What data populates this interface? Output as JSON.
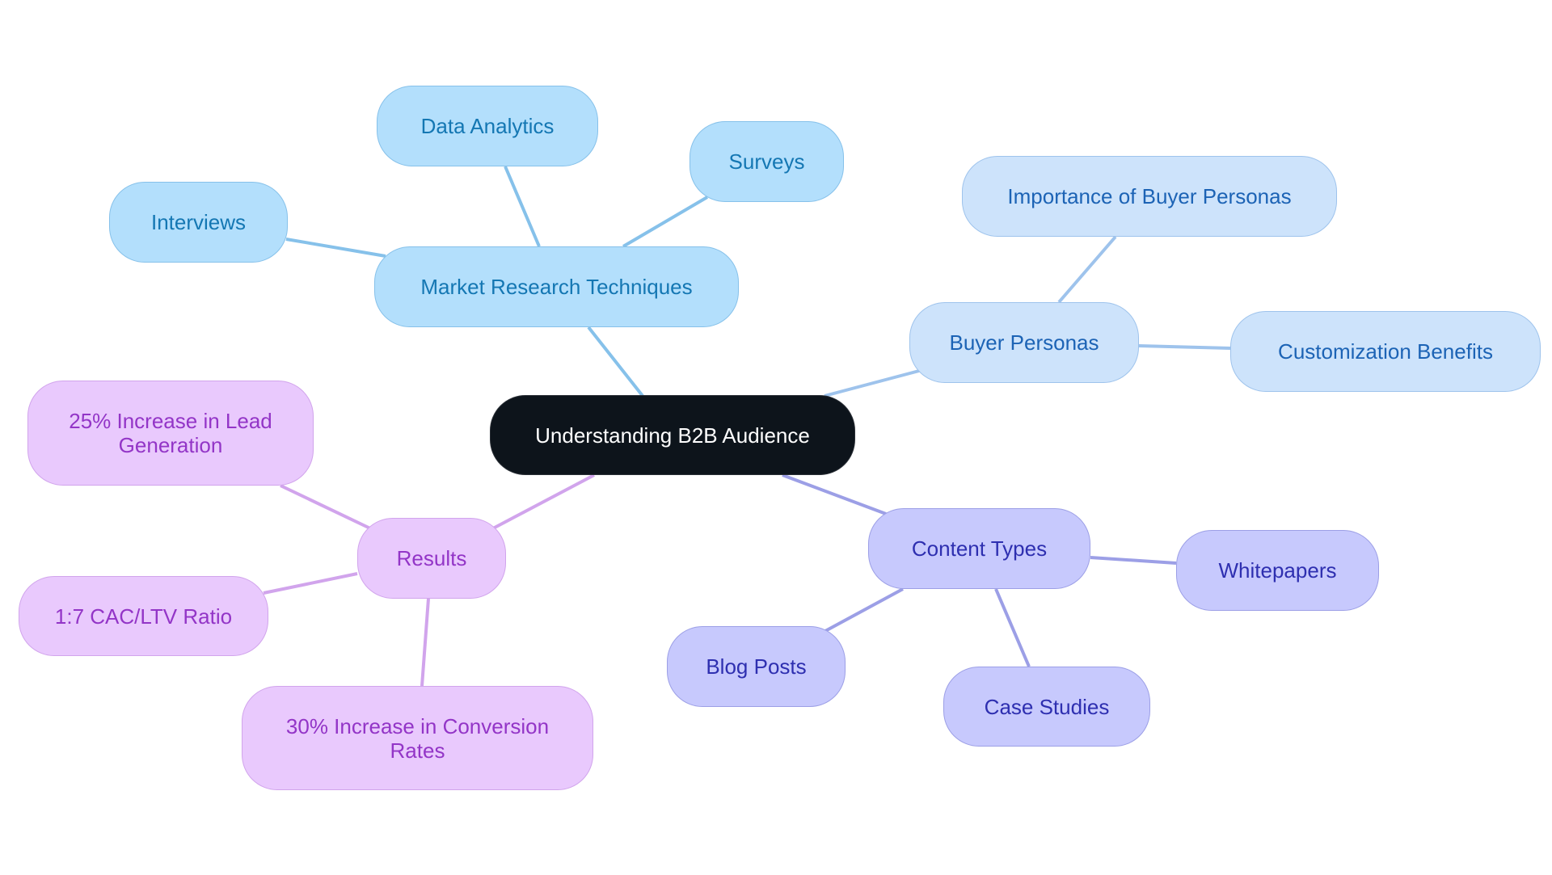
{
  "title": "Understanding B2B Audience",
  "colors": {
    "root_fill": "#0d141b",
    "market_research": "#b3dffc",
    "buyer_personas": "#cde3fb",
    "content_types": "#c7c9fd",
    "results": "#e9c9fd",
    "edge_market_research": "#86c1ea",
    "edge_buyer_personas": "#9ec3ec",
    "edge_content_types": "#9c9fe6",
    "edge_results": "#d1a4ec"
  },
  "nodes": {
    "root": "Understanding B2B Audience",
    "market_research": "Market Research Techniques",
    "data_analytics": "Data Analytics",
    "surveys": "Surveys",
    "interviews": "Interviews",
    "buyer_personas": "Buyer Personas",
    "importance_buyer_personas": "Importance of Buyer Personas",
    "customization_benefits": "Customization Benefits",
    "content_types": "Content Types",
    "whitepapers": "Whitepapers",
    "case_studies": "Case Studies",
    "blog_posts": "Blog Posts",
    "results": "Results",
    "lead_generation": "25% Increase in Lead Generation",
    "cac_ltv": "1:7 CAC/LTV Ratio",
    "conversion_rates": "30% Increase in Conversion Rates"
  },
  "edges": [
    [
      "root",
      "market_research"
    ],
    [
      "market_research",
      "data_analytics"
    ],
    [
      "market_research",
      "surveys"
    ],
    [
      "market_research",
      "interviews"
    ],
    [
      "root",
      "buyer_personas"
    ],
    [
      "buyer_personas",
      "importance_buyer_personas"
    ],
    [
      "buyer_personas",
      "customization_benefits"
    ],
    [
      "root",
      "content_types"
    ],
    [
      "content_types",
      "whitepapers"
    ],
    [
      "content_types",
      "case_studies"
    ],
    [
      "content_types",
      "blog_posts"
    ],
    [
      "root",
      "results"
    ],
    [
      "results",
      "lead_generation"
    ],
    [
      "results",
      "cac_ltv"
    ],
    [
      "results",
      "conversion_rates"
    ]
  ]
}
